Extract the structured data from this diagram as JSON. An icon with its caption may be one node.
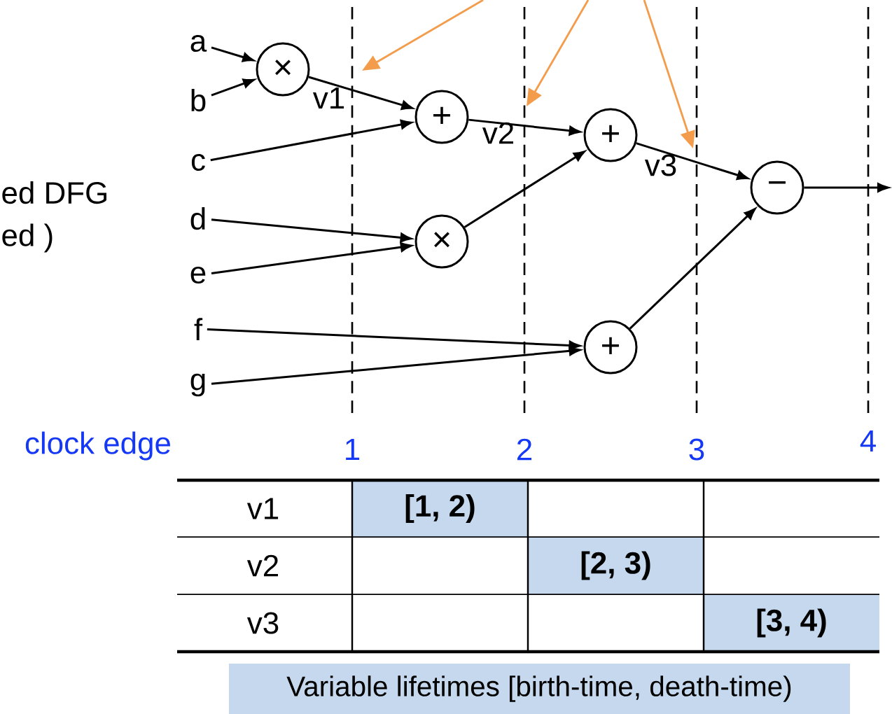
{
  "diagram": {
    "caption": "Variable lifetimes [birth-time, death-time)",
    "nodes": [
      {
        "text": [
          "a"
        ]
      },
      {
        "text": [
          "b"
        ]
      },
      {
        "text": [
          "c"
        ]
      },
      {
        "text": [
          "d"
        ]
      },
      {
        "text": [
          "e"
        ]
      },
      {
        "text": [
          "f"
        ]
      },
      {
        "text": [
          "g"
        ]
      },
      {
        "text": [
          "×"
        ]
      },
      {
        "text": [
          "+"
        ]
      },
      {
        "text": [
          "×"
        ]
      },
      {
        "text": [
          "+"
        ]
      },
      {
        "text": [
          "+"
        ]
      },
      {
        "text": [
          "−"
        ]
      }
    ],
    "edges": [
      {
        "from": 0,
        "to": 7,
        "arrow": "to"
      },
      {
        "from": 1,
        "to": 7,
        "arrow": "to"
      },
      {
        "from": 7,
        "to": 8,
        "arrow": "to",
        "label": "v1"
      },
      {
        "from": 2,
        "to": 8,
        "arrow": "to"
      },
      {
        "from": 3,
        "to": 9,
        "arrow": "to"
      },
      {
        "from": 4,
        "to": 9,
        "arrow": "to"
      },
      {
        "from": 8,
        "to": 10,
        "arrow": "to",
        "label": "v2"
      },
      {
        "from": 9,
        "to": 10,
        "arrow": "to"
      },
      {
        "from": 10,
        "to": 12,
        "arrow": "to",
        "label": "v3"
      },
      {
        "from": 5,
        "to": 11,
        "arrow": "to"
      },
      {
        "from": 6,
        "to": 11,
        "arrow": "to"
      },
      {
        "from": 11,
        "to": 12,
        "arrow": "to"
      },
      {
        "from": 12,
        "to": null,
        "arrow": "to"
      }
    ],
    "labels": [
      "ed DFG",
      "ed )",
      "clock edge",
      "1",
      "2",
      "3",
      "4",
      "v1",
      "[1, 2)",
      "v2",
      "[2, 3)",
      "v3",
      "[3, 4)"
    ]
  }
}
